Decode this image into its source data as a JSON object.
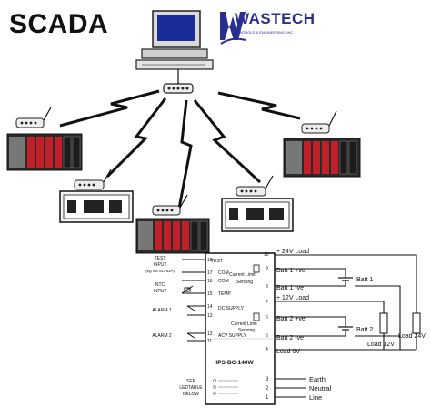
{
  "header": {
    "title": "SCADA",
    "logo_text": "WASTECH",
    "logo_tagline": "CONTROLS & ENGINEERING, INC"
  },
  "colors": {
    "logo_blue": "#2a2f8f",
    "screen_blue": "#1a2c9a",
    "rack_red": "#c0202a",
    "rack_dark": "#1c1c1c",
    "wire": "#111111"
  },
  "controller": {
    "model": "IPS-BC-140W",
    "left_labels": {
      "test": "TEST",
      "test_input": "TEST",
      "test_input2": "INPUT",
      "test_input3": "(eg via SCADA)",
      "ntc": "NTC",
      "ntc2": "INPUT",
      "alarm1": "ALARM 1",
      "alarm2": "ALARM 2",
      "see1": "SEE",
      "see2": "LEDTABLE",
      "see3": "BELOW"
    },
    "terminals": {
      "t18": "18",
      "t17": "17",
      "t16": "16",
      "t15": "15",
      "t14": "14",
      "t13": "13",
      "t12": "12",
      "t11": "11",
      "t10": "10",
      "t9": "9",
      "t8": "8",
      "t7": "7",
      "t6": "6",
      "t5": "5",
      "t4": "4",
      "t3": "3",
      "t2": "2",
      "t1": "1"
    },
    "inner_labels": {
      "test": "TEST",
      "com17": "COM",
      "com16": "COM",
      "temp": "TEMP",
      "dc_supply": "DC SUPPLY",
      "acv_supply": "ACV SUPPLY",
      "current_limit": "Current Limit",
      "sensing": "Sensing"
    },
    "outputs": {
      "plus24": "+ 24V Load",
      "batt1_pos": "Batt 1 +ve",
      "batt1_neg": "Batt 1 -ve",
      "plus12": "+ 12V Load",
      "batt2_pos": "Batt 2 +ve",
      "batt2_neg": "Batt 2 -ve",
      "load0v": "Load 0V",
      "earth": "Earth",
      "neutral": "Neutral",
      "line": "Line"
    },
    "battery_labels": {
      "batt1": "Batt 1",
      "batt2": "Batt 2"
    },
    "load_labels": {
      "load12": "Load 12V",
      "load24": "Load 24V"
    }
  }
}
